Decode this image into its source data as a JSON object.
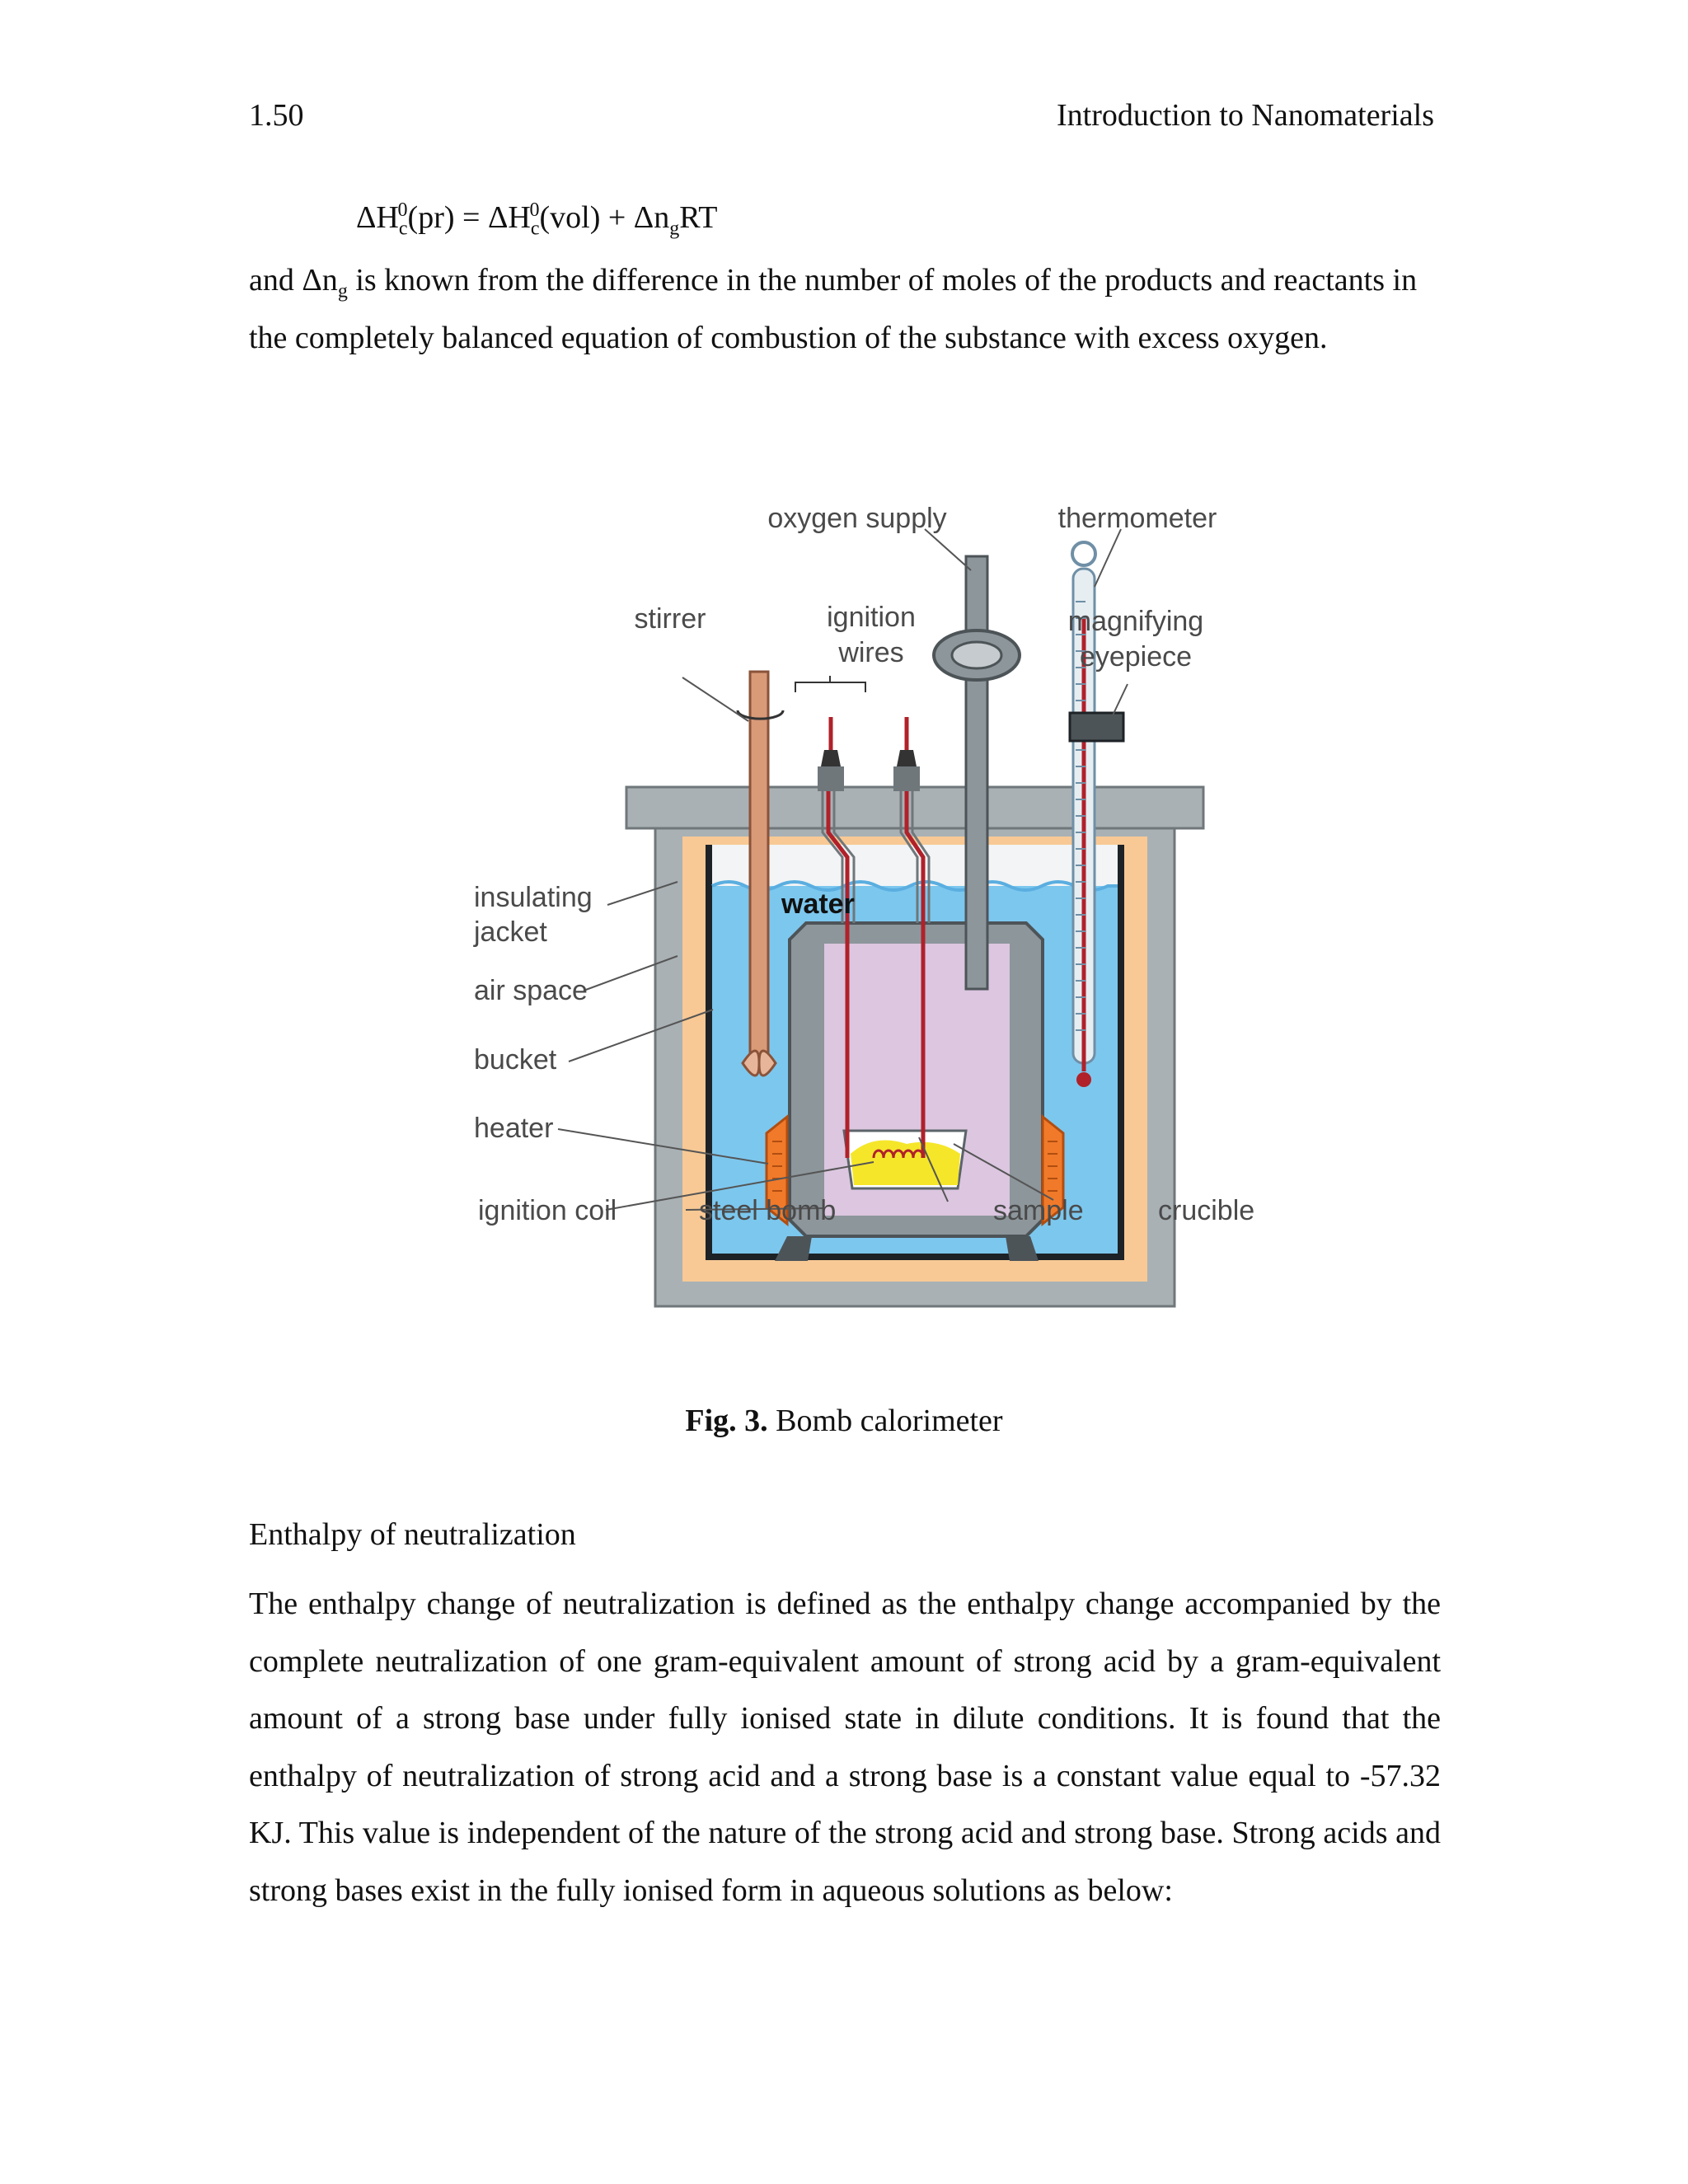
{
  "header": {
    "page_number": "1.50",
    "running_title": "Introduction to Nanomaterials"
  },
  "equation": {
    "lhs_prefix": "ΔH",
    "lhs_sub": "c",
    "lhs_sup": "0",
    "lhs_arg": "(pr) = ΔH",
    "rhs_sub": "c",
    "rhs_sup": "0",
    "rhs_arg": "(vol) + Δn",
    "rhs_ng_sub": "g",
    "rhs_tail": "RT"
  },
  "para1": {
    "part1": "and Δn",
    "sub": "g",
    "part2": " is known from the difference in the number of moles of the products and reactants in the completely balanced equation of combustion of the substance with excess oxygen."
  },
  "figure": {
    "labels": {
      "oxygen_supply": "oxygen supply",
      "thermometer": "thermometer",
      "stirrer": "stirrer",
      "ignition_wires_1": "ignition",
      "ignition_wires_2": "wires",
      "magnifying_eyepiece_1": "magnifying",
      "magnifying_eyepiece_2": "eyepiece",
      "insulating_jacket_1": "insulating",
      "insulating_jacket_2": "jacket",
      "water": "water",
      "air_space": "air space",
      "bucket": "bucket",
      "heater": "heater",
      "ignition_coil": "ignition coil",
      "steel_bomb": "steel bomb",
      "sample": "sample",
      "crucible": "crucible"
    },
    "caption_bold": "Fig. 3.",
    "caption_text": " Bomb calorimeter",
    "colors": {
      "outer_jacket": "#a9b1b5",
      "air_space": "#f8c995",
      "water": "#7cc7ee",
      "bomb_steel": "#8d969b",
      "bomb_inside": "#dcc6e0",
      "wire": "#b0212a",
      "heater": "#f07a2a",
      "sample": "#f5e62a"
    }
  },
  "section": {
    "heading": "Enthalpy of neutralization"
  },
  "para2": "The enthalpy change of neutralization is defined as the enthalpy change accompanied by the complete neutralization of one gram-equivalent amount of strong acid by a gram-equivalent amount of a strong base under fully ionised state in dilute conditions. It is found that the enthalpy of neutralization of strong acid and a strong base is a constant value equal to -57.32  KJ. This value is independent of the nature of the strong acid and strong base. Strong acids and strong bases exist in the fully ionised form in aqueous solutions as below:"
}
